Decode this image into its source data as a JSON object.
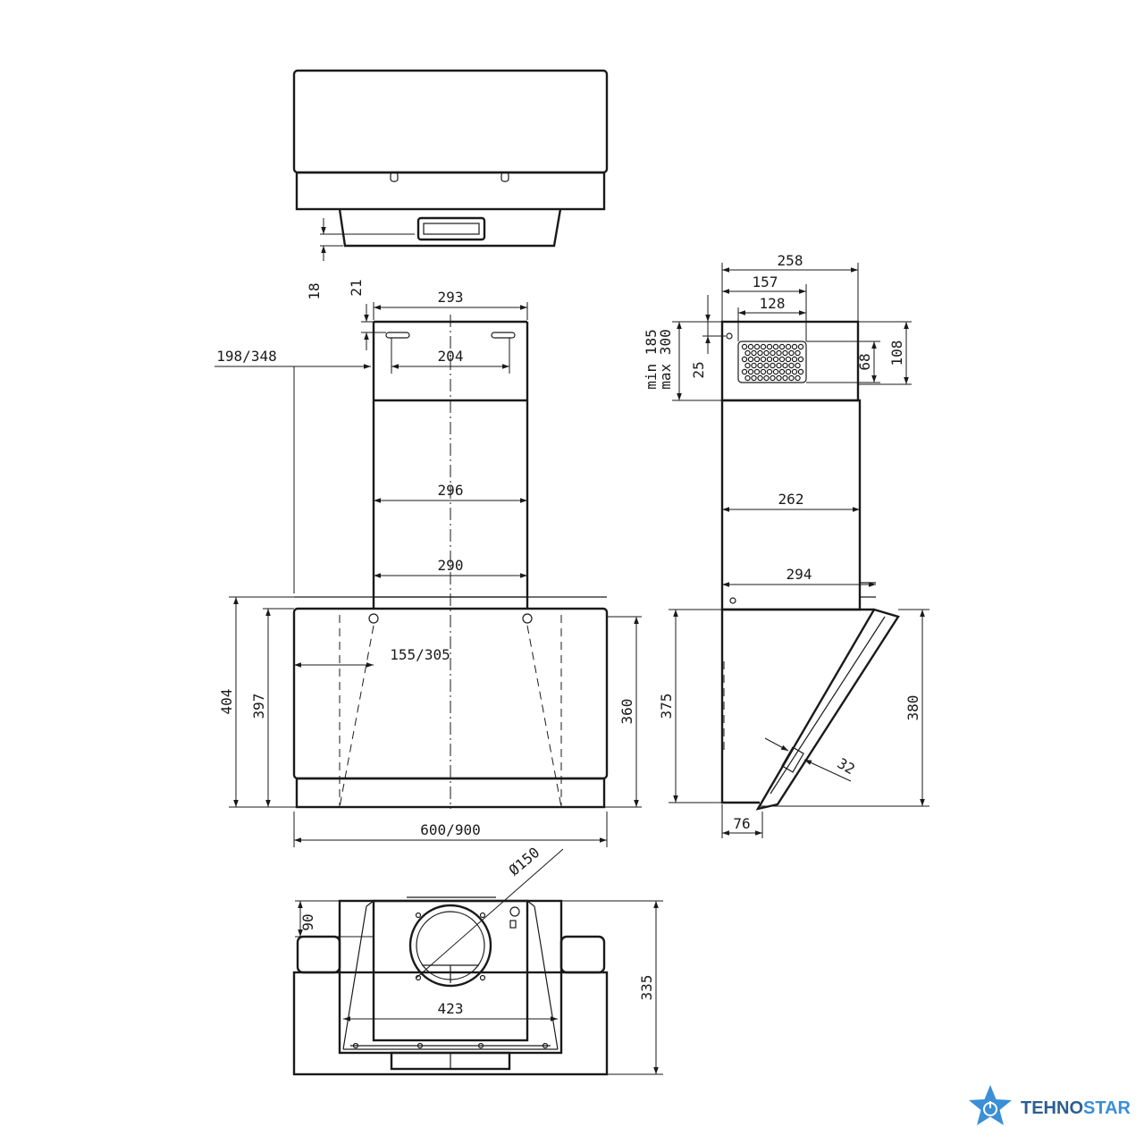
{
  "dimensions": {
    "d18": "18",
    "d21": "21",
    "d293": "293",
    "d204": "204",
    "d198_348": "198/348",
    "d296": "296",
    "d290": "290",
    "d155_305": "155/305",
    "d404": "404",
    "d397": "397",
    "d360": "360",
    "d600_900": "600/900",
    "d258": "258",
    "d157": "157",
    "d128": "128",
    "d_min185": "min 185",
    "d_max300": "max 300",
    "d25": "25",
    "d68": "68",
    "d108": "108",
    "d262": "262",
    "d294": "294",
    "d375": "375",
    "d380": "380",
    "d32": "32",
    "d76": "76",
    "d150": "Ø150",
    "d90": "90",
    "d423": "423",
    "d335": "335"
  },
  "logo": {
    "brand_a": "TEHNO",
    "brand_b": "STAR",
    "icon": "star-power-icon",
    "color_primary": "#3a8fd6",
    "color_dark": "#2b5f8f"
  }
}
